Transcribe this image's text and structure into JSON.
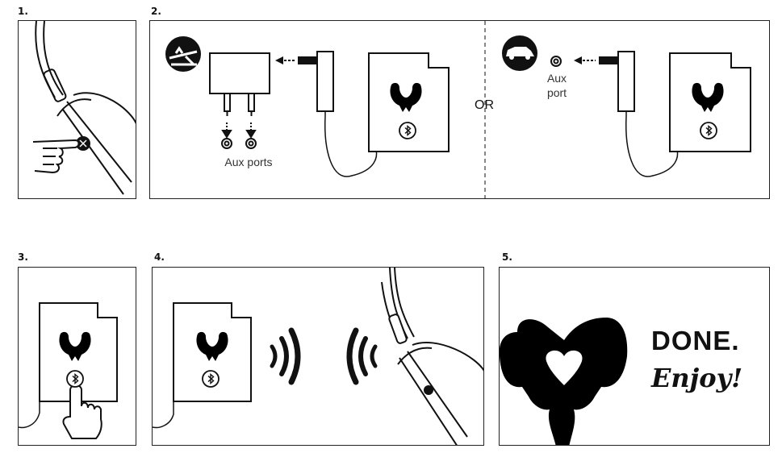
{
  "steps": {
    "s1": "1.",
    "s2": "2.",
    "s3": "3.",
    "s4": "4.",
    "s5": "5."
  },
  "step2": {
    "aux_ports_label": "Aux ports",
    "aux_label_1": "Aux",
    "aux_label_2": "port",
    "or_label": "OR"
  },
  "step5": {
    "done_label": "DONE.",
    "enjoy_label": "Enjoy!"
  },
  "icons": {
    "airplane": "airplane-icon",
    "car": "car-icon",
    "bluetooth": "bluetooth-icon",
    "brand": "lobster-claw-logo"
  }
}
